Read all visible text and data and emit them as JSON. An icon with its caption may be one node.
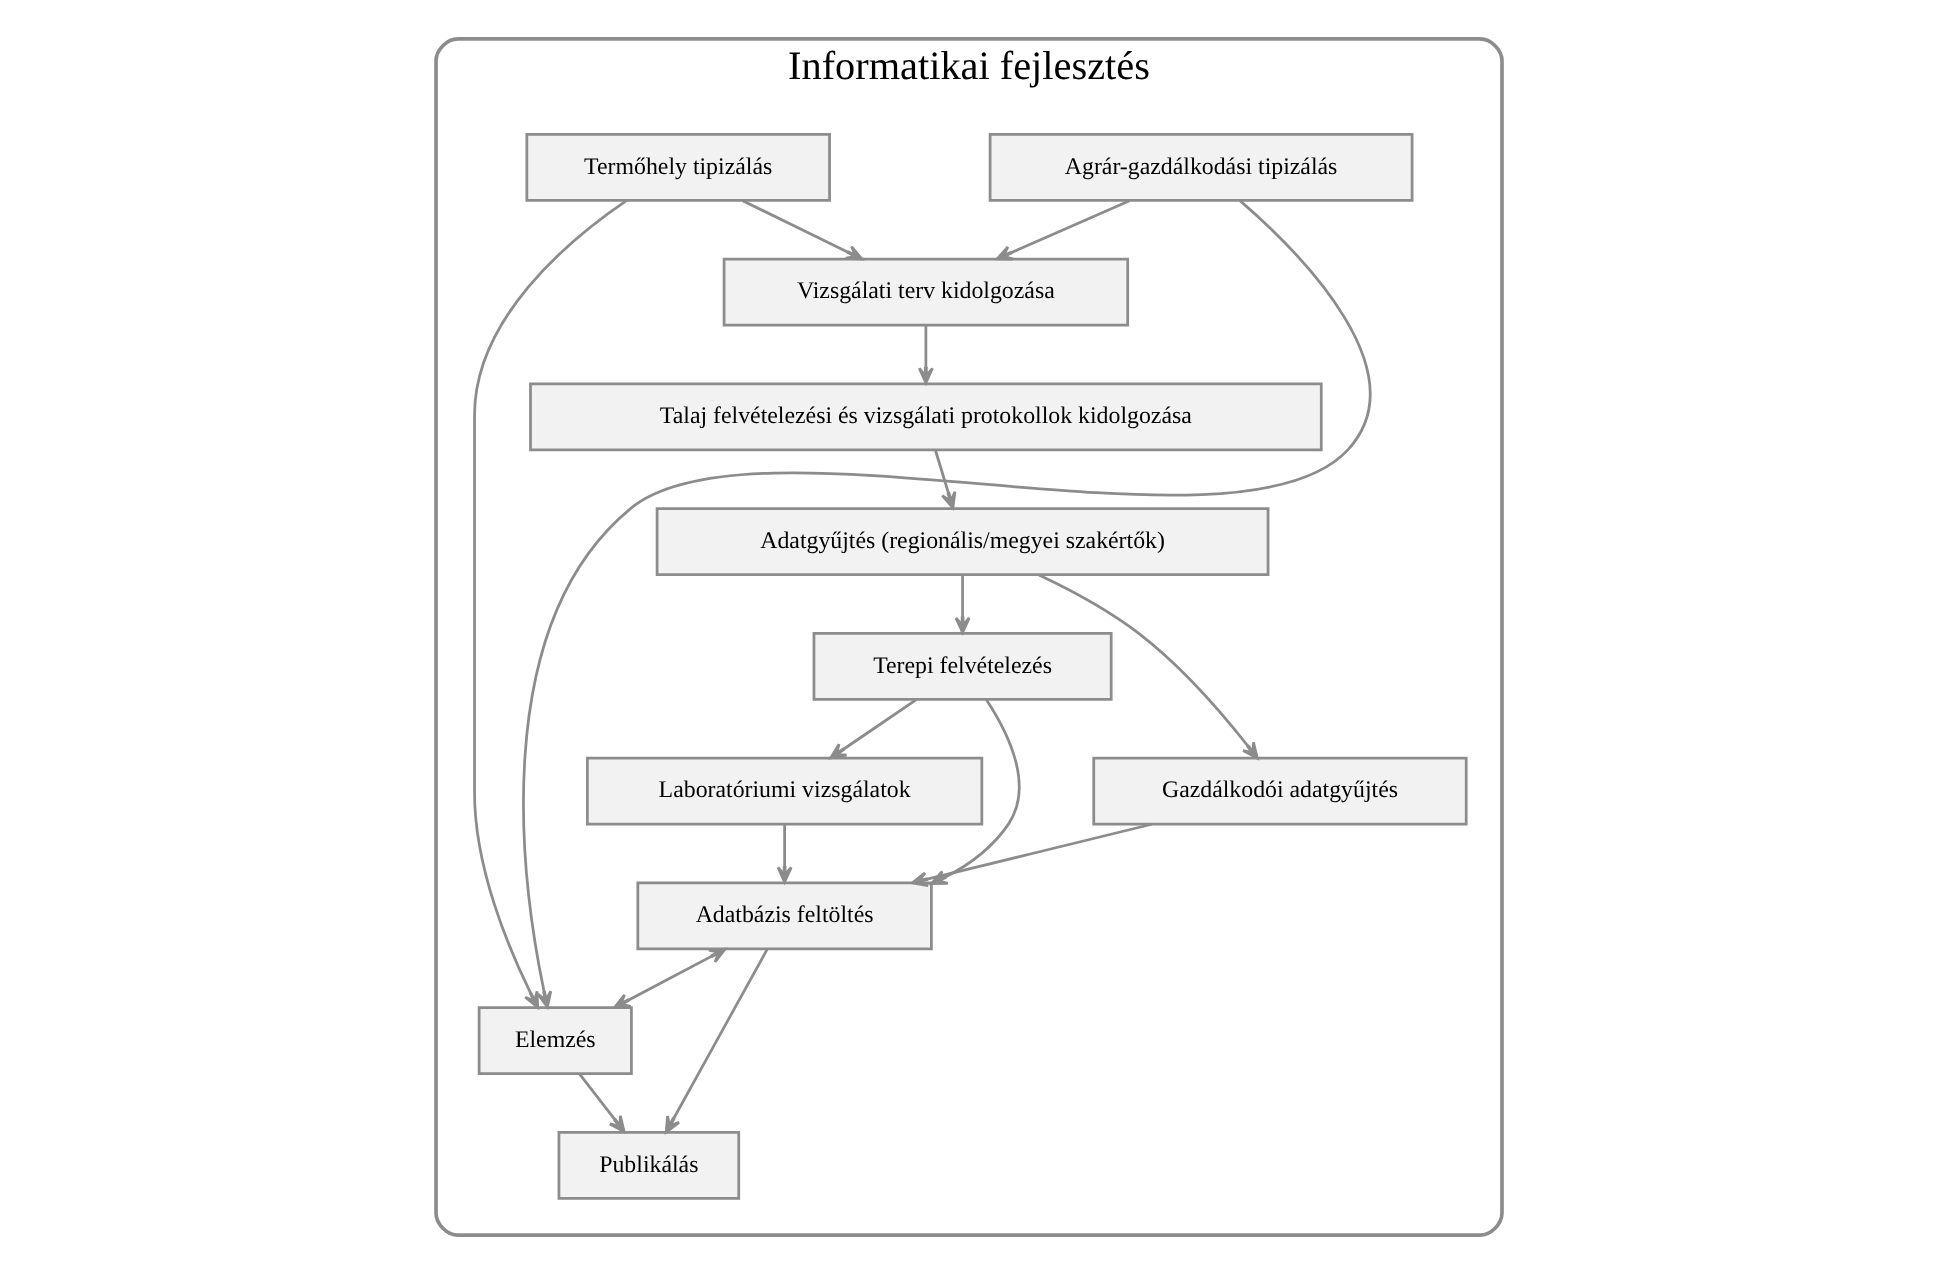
{
  "diagram": {
    "nodes": [
      {
        "text": [
          "Informatikai fejlesztés"
        ]
      },
      {
        "text": [
          "Vizsgálati terv kidolgozása"
        ],
        "in": 0
      },
      {
        "text": [
          "Talaj felvételezési és vizsgálati protokollok kidolgozása"
        ],
        "in": 0
      },
      {
        "text": [
          "Adatgyűjtés (regionális/megyei szakértők)"
        ],
        "in": 0
      },
      {
        "text": [
          "Agrár-gazdálkodási tipizálás"
        ],
        "in": 0
      },
      {
        "text": [
          "Termőhely tipizálás"
        ],
        "in": 0
      },
      {
        "text": [
          "Gazdálkodói adatgyűjtés"
        ],
        "in": 0
      },
      {
        "text": [
          "Terepi felvételezés"
        ],
        "in": 0
      },
      {
        "text": [
          "Laboratóriumi vizsgálatok"
        ],
        "in": 0
      },
      {
        "text": [
          "Adatbázis feltöltés"
        ],
        "in": 0
      },
      {
        "text": [
          "Elemzés"
        ],
        "in": 0
      },
      {
        "text": [
          "Publikálás"
        ],
        "in": 0
      }
    ],
    "edges": [
      {
        "from": 1,
        "to": 2,
        "arrow": "to"
      },
      {
        "from": 2,
        "to": 3,
        "arrow": "to"
      },
      {
        "from": 4,
        "to": 1,
        "arrow": "to"
      },
      {
        "from": 5,
        "to": 1,
        "arrow": "to"
      },
      {
        "from": 3,
        "to": 6,
        "arrow": "to"
      },
      {
        "from": 3,
        "to": 7,
        "arrow": "to"
      },
      {
        "from": 7,
        "to": 8,
        "arrow": "to"
      },
      {
        "from": 6,
        "to": 9,
        "arrow": "to"
      },
      {
        "from": 7,
        "to": 9,
        "arrow": "to"
      },
      {
        "from": 8,
        "to": 9,
        "arrow": "to"
      },
      {
        "from": 9,
        "to": 10,
        "arrow": "both"
      },
      {
        "from": 4,
        "to": 10,
        "arrow": "to"
      },
      {
        "from": 5,
        "to": 10,
        "arrow": "to"
      },
      {
        "from": 9,
        "to": 11,
        "arrow": "to"
      },
      {
        "from": 10,
        "to": 11,
        "arrow": "to"
      }
    ]
  }
}
